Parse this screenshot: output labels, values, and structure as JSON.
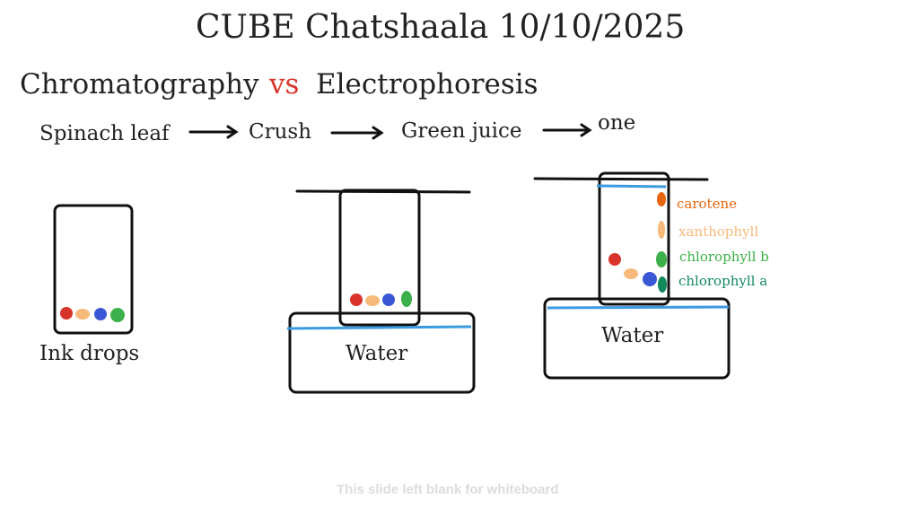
{
  "title": "CUBE Chatshaala 10/10/2025",
  "heading": {
    "left": "Chromatography",
    "mid": "vs",
    "right": "Electrophoresis"
  },
  "flow": [
    "Spinach leaf",
    "Crush",
    "Green juice",
    "one"
  ],
  "labels": {
    "ink_drops": "Ink drops",
    "water1": "Water",
    "water2": "Water"
  },
  "pigments": [
    {
      "name": "carotene",
      "color": "#e8660f"
    },
    {
      "name": "xanthophyll",
      "color": "#f7b97a"
    },
    {
      "name": "chlorophyll b",
      "color": "#3cb04a"
    },
    {
      "name": "chlorophyll a",
      "color": "#128a5c"
    }
  ],
  "footer": "This slide left blank for whiteboard",
  "colors": {
    "accent_red": "#d9342b",
    "water_blue": "#3b9be0",
    "ink": "#111111"
  }
}
